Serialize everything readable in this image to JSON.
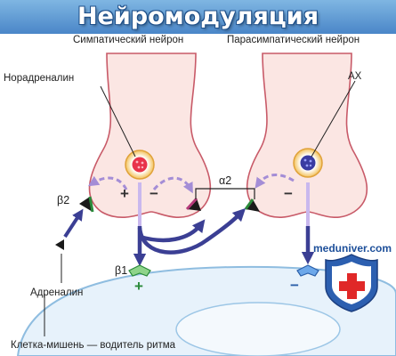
{
  "title": "Нейромодуляция",
  "labels": {
    "sympathetic_neuron": "Симпатический нейрон",
    "parasympathetic_neuron": "Парасимпатический нейрон",
    "noradrenaline": "Норадреналин",
    "ach": "АХ",
    "alpha2": "α2",
    "beta2": "β2",
    "beta1": "β1",
    "adrenaline": "Адреналин",
    "target_cell": "Клетка-мишень — водитель ритма"
  },
  "signs": {
    "symp_plus": "+",
    "symp_minus": "−",
    "para_minus": "−",
    "cell_plus": "+",
    "cell_minus": "−"
  },
  "watermark": "meduniver.com",
  "colors": {
    "neuron_fill": "#fbe6e3",
    "neuron_stroke": "#c85a68",
    "pathway": "#3b3f94",
    "dashed_arrow": "#a48dd6",
    "receptor_green": "#2a8a3a",
    "receptor_blue": "#3a7ed8",
    "cell_fill": "#e7f2fb",
    "cell_stroke": "#8fbde0",
    "banner": "#4a86c8"
  }
}
